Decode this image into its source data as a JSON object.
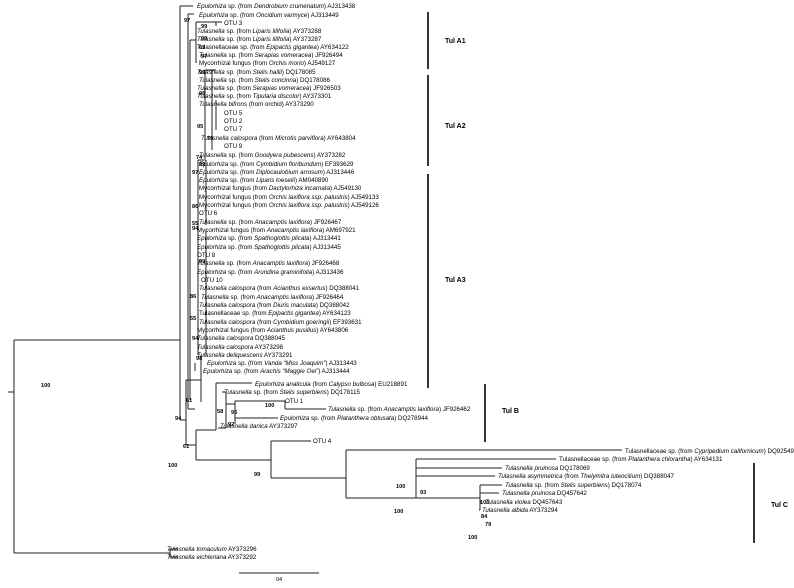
{
  "tree": {
    "leaves": [
      {
        "plain_before": "",
        "italic": "Epulorhiza",
        "plain_mid": " sp. (from ",
        "italic2": "Dendrobium crumenatum",
        "plain_after": ") AJ313438"
      },
      {
        "plain_before": "",
        "italic": "Epulorhiza",
        "plain_mid": " sp. (from ",
        "italic2": "Oncidium varmyce",
        "plain_after": ") AJ313449"
      },
      {
        "plain_before": "OTU 3",
        "italic": "",
        "plain_mid": "",
        "italic2": "",
        "plain_after": ""
      },
      {
        "plain_before": "",
        "italic": "Tulasnella",
        "plain_mid": " sp. (from ",
        "italic2": "Liparis lilifolia",
        "plain_after": ") AY373288"
      },
      {
        "plain_before": "",
        "italic": "Tulasnella",
        "plain_mid": " sp. (from ",
        "italic2": "Liparis lilifolia",
        "plain_after": ") AY373287"
      },
      {
        "plain_before": "Tulasnellaceae sp. (from ",
        "italic": "Epipactis gigantea",
        "plain_mid": ") AY634122",
        "italic2": "",
        "plain_after": ""
      },
      {
        "plain_before": "",
        "italic": "Tulasnella",
        "plain_mid": " sp. (from ",
        "italic2": "Serapias vomeracea",
        "plain_after": ") JF926494"
      },
      {
        "plain_before": "Mycorrhizal fungus (from ",
        "italic": "Orchis morio",
        "plain_mid": ") AJ549127",
        "italic2": "",
        "plain_after": ""
      },
      {
        "plain_before": "",
        "italic": "Tulasnella",
        "plain_mid": " sp. (from ",
        "italic2": "Stelis hallii",
        "plain_after": ") DQ178085"
      },
      {
        "plain_before": "",
        "italic": "Tulasnella",
        "plain_mid": " sp. (from ",
        "italic2": "Stelis concinna",
        "plain_after": ") DQ178086"
      },
      {
        "plain_before": "",
        "italic": "Tulasnella",
        "plain_mid": " sp. (from ",
        "italic2": "Serapias vomeracea",
        "plain_after": ") JF926503"
      },
      {
        "plain_before": "",
        "italic": "Tulasnella",
        "plain_mid": " sp. (from ",
        "italic2": "Tipularia discolor",
        "plain_after": ") AY373301"
      },
      {
        "plain_before": "",
        "italic": "Tulasnella bifrons",
        "plain_mid": " (from orchid) AY373290",
        "italic2": "",
        "plain_after": ""
      },
      {
        "plain_before": "OTU 5",
        "italic": "",
        "plain_mid": "",
        "italic2": "",
        "plain_after": ""
      },
      {
        "plain_before": "OTU 2",
        "italic": "",
        "plain_mid": "",
        "italic2": "",
        "plain_after": ""
      },
      {
        "plain_before": "OTU 7",
        "italic": "",
        "plain_mid": "",
        "italic2": "",
        "plain_after": ""
      },
      {
        "plain_before": "",
        "italic": "Tulasnella calospora",
        "plain_mid": " (from ",
        "italic2": "Microtis parviflora",
        "plain_after": ") AY643804"
      },
      {
        "plain_before": "OTU 9",
        "italic": "",
        "plain_mid": "",
        "italic2": "",
        "plain_after": ""
      },
      {
        "plain_before": "",
        "italic": "Tulasnella",
        "plain_mid": " sp. (from ",
        "italic2": "Goodyera pubescens",
        "plain_after": ") AY373282"
      },
      {
        "plain_before": "",
        "italic": "Epulorhiza",
        "plain_mid": " sp. (from ",
        "italic2": "Cymbidium floribundum",
        "plain_after": ") EF393629"
      },
      {
        "plain_before": "",
        "italic": "Epulorhiza",
        "plain_mid": " sp. (from ",
        "italic2": "Diplocaulobium arrosum",
        "plain_after": ") AJ313446"
      },
      {
        "plain_before": "",
        "italic": "Epulorhiza",
        "plain_mid": " sp. (from ",
        "italic2": "Liparis loeselii",
        "plain_after": ") AM040890"
      },
      {
        "plain_before": "Mycorrhizal fungus (from ",
        "italic": "Dactylorhiza incarnata",
        "plain_mid": ") AJ549130",
        "italic2": "",
        "plain_after": ""
      },
      {
        "plain_before": "Mycorrhizal fungus (from ",
        "italic": "Orchis laxiflora ssp. palustris",
        "plain_mid": ") AJ549133",
        "italic2": "",
        "plain_after": ""
      },
      {
        "plain_before": "Mycorrhizal fungus (from ",
        "italic": "Orchis laxiflora ssp. palustris",
        "plain_mid": ") AJ549126",
        "italic2": "",
        "plain_after": ""
      },
      {
        "plain_before": "OTU 6",
        "italic": "",
        "plain_mid": "",
        "italic2": "",
        "plain_after": ""
      },
      {
        "plain_before": "",
        "italic": "Tulasnella",
        "plain_mid": " sp. (from ",
        "italic2": "Anacamptis laxiflora",
        "plain_after": ") JF926467"
      },
      {
        "plain_before": "Mycorrhizal fungus (from ",
        "italic": "Anacamptis laxiflora",
        "plain_mid": ") AM697921",
        "italic2": "",
        "plain_after": ""
      },
      {
        "plain_before": "",
        "italic": "Epulorhiza",
        "plain_mid": " sp. (from ",
        "italic2": "Spathoglottis plicata",
        "plain_after": ") AJ313441"
      },
      {
        "plain_before": "",
        "italic": "Epulorhiza",
        "plain_mid": " sp. (from ",
        "italic2": "Spathoglottis plicata",
        "plain_after": ") AJ313445"
      },
      {
        "plain_before": "OTU 8",
        "italic": "",
        "plain_mid": "",
        "italic2": "",
        "plain_after": ""
      },
      {
        "plain_before": "",
        "italic": "Tulasnella",
        "plain_mid": " sp. (from ",
        "italic2": "Anacamptis laxiflora",
        "plain_after": ") JF926468"
      },
      {
        "plain_before": "",
        "italic": "Epulorhiza",
        "plain_mid": " sp. (from ",
        "italic2": "Arundina graminifolia",
        "plain_after": ") AJ313436"
      },
      {
        "plain_before": "OTU 10",
        "italic": "",
        "plain_mid": "",
        "italic2": "",
        "plain_after": ""
      },
      {
        "plain_before": "",
        "italic": "Tulasnella calospora",
        "plain_mid": " (from ",
        "italic2": "Acianthus exsertus",
        "plain_after": ") DQ388041"
      },
      {
        "plain_before": "",
        "italic": "Tulasnella",
        "plain_mid": " sp. (from ",
        "italic2": "Anacamptis laxiflora",
        "plain_after": ") JF926464"
      },
      {
        "plain_before": "",
        "italic": "Tulasnella calospora",
        "plain_mid": " (from ",
        "italic2": "Diuris maculata",
        "plain_after": ") DQ388042"
      },
      {
        "plain_before": "Tulasnellaceae sp. (from ",
        "italic": "Epipactis gigantea",
        "plain_mid": ") AY634123",
        "italic2": "",
        "plain_after": ""
      },
      {
        "plain_before": "",
        "italic": "Tulasnella calospora",
        "plain_mid": " (from ",
        "italic2": "Cymbidium goeringii",
        "plain_after": ") EF393631"
      },
      {
        "plain_before": "Mycorrhizal fungus (from ",
        "italic": "Acianthus pusillus",
        "plain_mid": ") AY643806",
        "italic2": "",
        "plain_after": ""
      },
      {
        "plain_before": "",
        "italic": "Tulasnella calospora",
        "plain_mid": " DQ388045",
        "italic2": "",
        "plain_after": ""
      },
      {
        "plain_before": "",
        "italic": "Tulasnella calospora",
        "plain_mid": " AY373298",
        "italic2": "",
        "plain_after": ""
      },
      {
        "plain_before": "",
        "italic": "Tulasnella deliquescens",
        "plain_mid": " AY373291",
        "italic2": "",
        "plain_after": ""
      },
      {
        "plain_before": "",
        "italic": "Epulorhiza",
        "plain_mid": " sp. (from ",
        "italic2": "Vanda “Miss Joaquim”",
        "plain_after": ") AJ313443"
      },
      {
        "plain_before": "",
        "italic": "Epulorhiza",
        "plain_mid": " sp. (from ",
        "italic2": "Arachis “Maggie Oei”",
        "plain_after": ") AJ313444"
      },
      {
        "plain_before": "",
        "italic": "Epulorhiza anaticula",
        "plain_mid": " (from ",
        "italic2": "Calypso bulbosa",
        "plain_after": ") EU218891"
      },
      {
        "plain_before": "",
        "italic": "Tulasnella",
        "plain_mid": " sp. (from ",
        "italic2": "Stelis superbiens",
        "plain_after": ") DQ178115"
      },
      {
        "plain_before": "OTU 1",
        "italic": "",
        "plain_mid": "",
        "italic2": "",
        "plain_after": ""
      },
      {
        "plain_before": "",
        "italic": "Tulasnella",
        "plain_mid": " sp. (from ",
        "italic2": "Anacamptis laxiflora",
        "plain_after": ") JF926462"
      },
      {
        "plain_before": "",
        "italic": "Epulorhiza",
        "plain_mid": " sp. (from ",
        "italic2": "Platanthera obtusata",
        "plain_after": ") DQ278944"
      },
      {
        "plain_before": "",
        "italic": "Tulasnella danica",
        "plain_mid": " AY373297",
        "italic2": "",
        "plain_after": ""
      },
      {
        "plain_before": "OTU 4",
        "italic": "",
        "plain_mid": "",
        "italic2": "",
        "plain_after": ""
      },
      {
        "plain_before": "Tulasnellaceae sp. (from ",
        "italic": "Cypripedium californicum",
        "plain_mid": ") DQ925497",
        "italic2": "",
        "plain_after": ""
      },
      {
        "plain_before": "Tulasnellaceae sp. (from ",
        "italic": "Platanthera chlorantha",
        "plain_mid": ") AY634131",
        "italic2": "",
        "plain_after": ""
      },
      {
        "plain_before": "",
        "italic": "Tulasnella pruinosa",
        "plain_mid": " DQ178069",
        "italic2": "",
        "plain_after": ""
      },
      {
        "plain_before": "",
        "italic": "Tulasnella asymmetrica",
        "plain_mid": " (from ",
        "italic2": "Thelymitra luteocilium",
        "plain_after": ") DQ388047"
      },
      {
        "plain_before": "",
        "italic": "Tulasnella",
        "plain_mid": " sp. (from ",
        "italic2": "Stelis superbiens",
        "plain_after": ") DQ178074"
      },
      {
        "plain_before": "",
        "italic": "Tulasnella pruinosa",
        "plain_mid": " DQ457642",
        "italic2": "",
        "plain_after": ""
      },
      {
        "plain_before": "",
        "italic": "Tulasnella violea",
        "plain_mid": " DQ457643",
        "italic2": "",
        "plain_after": ""
      },
      {
        "plain_before": "",
        "italic": "Tulasnella albida",
        "plain_mid": " AY373294",
        "italic2": "",
        "plain_after": ""
      },
      {
        "plain_before": "",
        "italic": "Tulasnella tomaculum",
        "plain_mid": " AY373296",
        "italic2": "",
        "plain_after": ""
      },
      {
        "plain_before": "",
        "italic": "Tulasnella eichleriana",
        "plain_mid": " AY373292",
        "italic2": "",
        "plain_after": ""
      }
    ],
    "support_values": [
      "97",
      "99",
      "99",
      "69",
      "97",
      "99",
      "98",
      "95",
      "79",
      "74",
      "99",
      "97",
      "55",
      "86",
      "94",
      "99",
      "86",
      "55",
      "94",
      "98",
      "61",
      "94",
      "58",
      "95",
      "100",
      "92",
      "61",
      "100",
      "99",
      "100",
      "93",
      "100",
      "100",
      "84",
      "79",
      "100",
      "100"
    ],
    "clades": [
      "Tul A1",
      "Tul A2",
      "Tul A3",
      "Tul B",
      "Tul C"
    ],
    "scale_label": "04"
  }
}
